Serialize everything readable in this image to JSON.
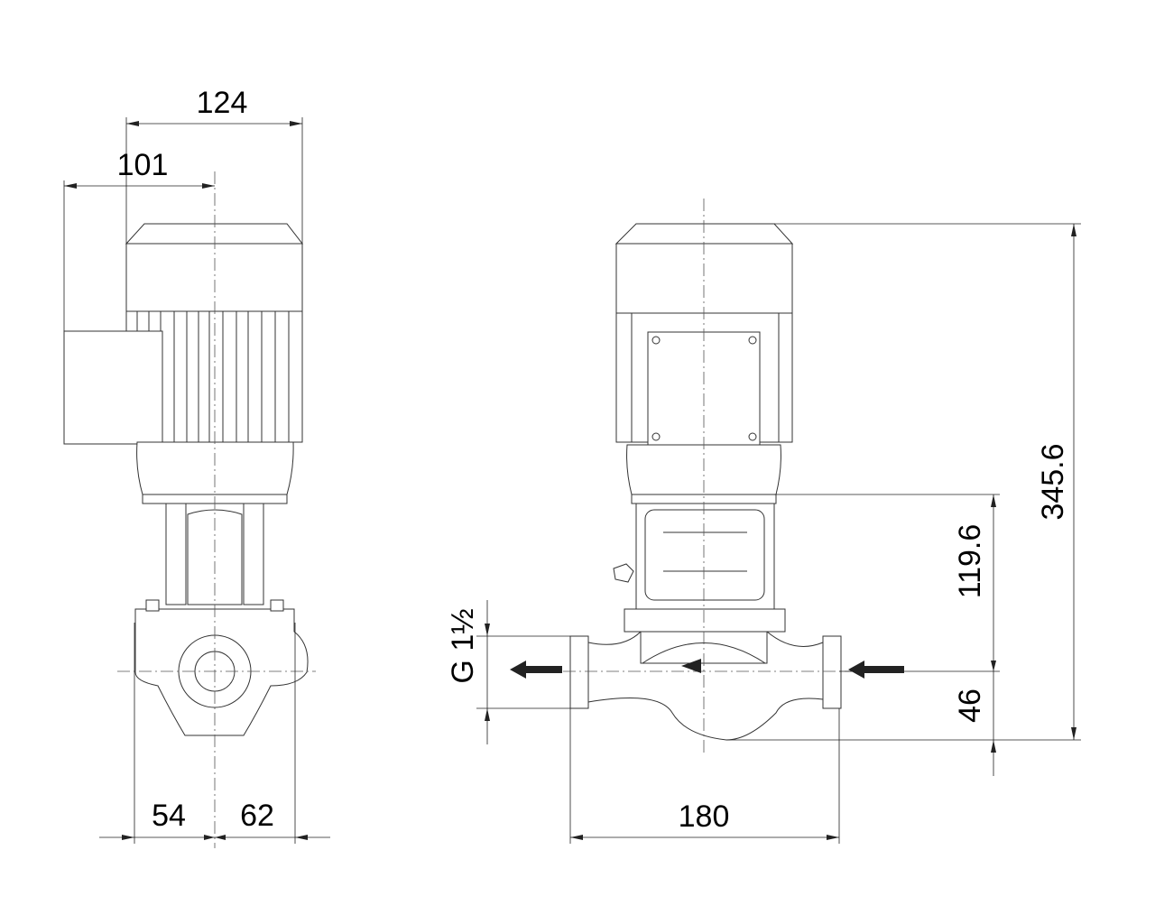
{
  "dimensions": {
    "overall_width": "124",
    "terminal_box_offset": "101",
    "left_to_center": "54",
    "center_to_right": "62",
    "port_to_port": "180",
    "overall_height": "345.6",
    "flange_height": "119.6",
    "center_height": "46",
    "connection": "G 1½"
  }
}
